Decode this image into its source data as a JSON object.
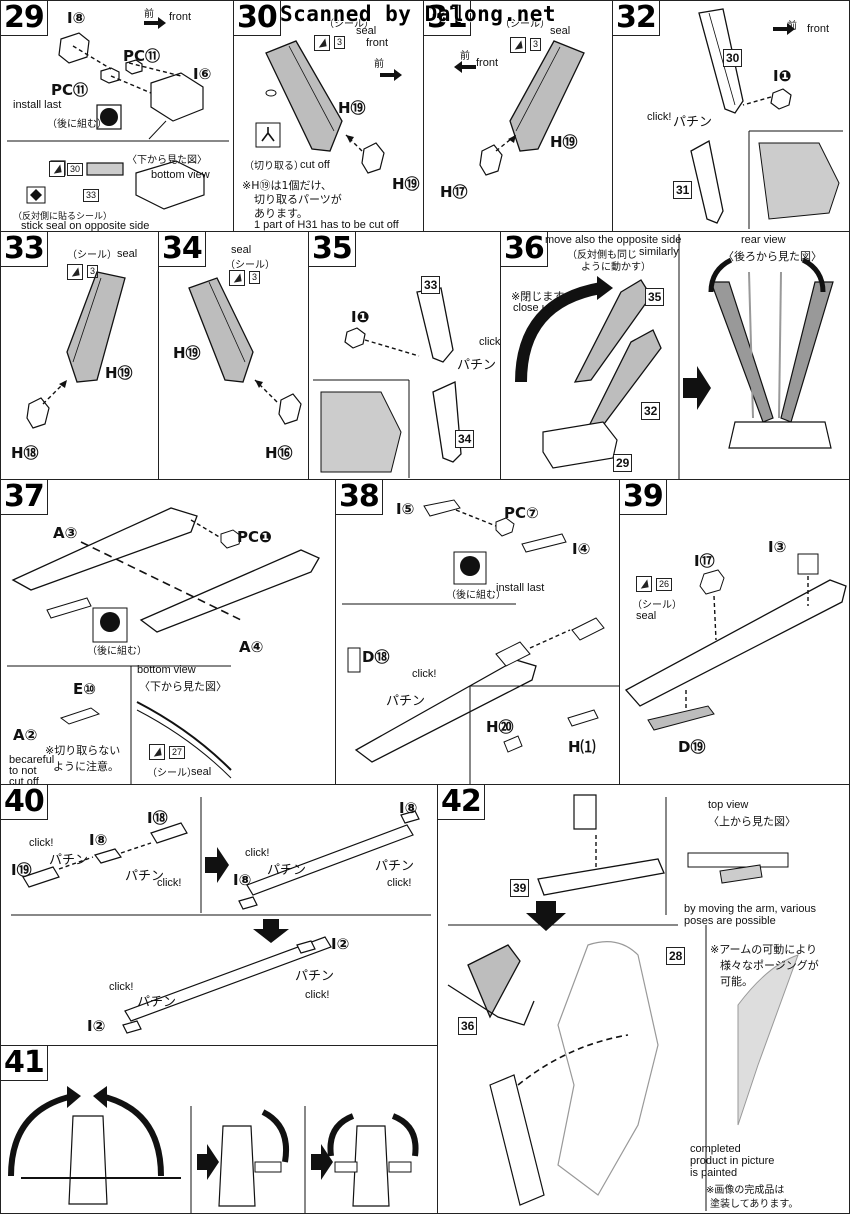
{
  "watermark": "Scanned by Dalong.net",
  "steps": {
    "s29": {
      "num": "29",
      "part_a": "I⑧",
      "mae": "前",
      "front": "front",
      "pc_a": "PC⑪",
      "part_b": "I⑥",
      "pc_b": "PC⑪",
      "install_last": "install last",
      "nochi": "（後に組む）",
      "seal_a": "30",
      "bottom_jp": "〈下から見た図〉",
      "bottom_view": "bottom view",
      "seal_b": "33",
      "opposite_jp": "（反対側に貼るシール）",
      "opposite": "stick seal on opposite side"
    },
    "s30": {
      "num": "30",
      "seal_jp": "（シール）",
      "seal": "seal",
      "seal_n": "3",
      "front": "front",
      "mae": "前",
      "part_h31": "H⑲",
      "kiritoru": "（切り取る）",
      "cut_off": "cut off",
      "part_h19": "H⑲",
      "note_jp_1": "※H⑲は1個だけ、",
      "note_jp_2": "切り取るパーツが",
      "note_jp_3": "あります。",
      "note_en": "1 part of H31 has to be cut off"
    },
    "s31": {
      "num": "31",
      "seal_jp": "（シール）",
      "seal": "seal",
      "seal_n": "3",
      "mae": "前",
      "front": "front",
      "part_h31": "H⑲",
      "part_h17": "H⑰"
    },
    "s32": {
      "num": "32",
      "mae": "前",
      "front": "front",
      "box_a": "30",
      "part_i1": "I❶",
      "click": "click!",
      "pachi": "パチン",
      "box_b": "31"
    },
    "s33": {
      "num": "33",
      "seal_jp": "（シール）",
      "seal": "seal",
      "seal_n": "3",
      "part_h31": "H⑲",
      "part_h18": "H⑱"
    },
    "s34": {
      "num": "34",
      "seal": "seal",
      "seal_jp": "（シール）",
      "seal_n": "3",
      "part_h31": "H⑲",
      "part_h16": "H⑯"
    },
    "s35": {
      "num": "35",
      "box_a": "33",
      "part_i1": "I❶",
      "click": "click!",
      "pachi": "パチン",
      "box_b": "34"
    },
    "s36": {
      "num": "36",
      "move_opp": "move also the opposite side",
      "opp_jp_1": "（反対側も同じ",
      "opp_jp_2": "ように動かす）",
      "similarly": "similarly",
      "close_jp": "※閉じます。",
      "close_up": "close up",
      "box_35": "35",
      "box_32": "32",
      "box_29": "29",
      "rear_view": "rear view",
      "rear_jp": "〈後ろから見た図〉"
    },
    "s37": {
      "num": "37",
      "part_a34": "A③",
      "pc1": "PC❶",
      "nochi": "（後に組む）",
      "part_a35": "A④",
      "bottom_view": "bottom view",
      "bottom_jp": "〈下から見た図〉",
      "part_a33": "A②",
      "part_e10": "E⑩",
      "careful_1": "becareful",
      "careful_2": "to not",
      "careful_3": "cut off",
      "careful_jp_1": "※切り取らない",
      "careful_jp_2": "ように注意。",
      "seal_n": "27",
      "seal_jp": "（シール）",
      "seal": "seal"
    },
    "s38": {
      "num": "38",
      "part_i5": "I⑤",
      "pc7": "PC⑦",
      "part_i4": "I④",
      "nochi": "（後に組む）",
      "install_last": "install last",
      "part_d29": "D⑱",
      "click": "click!",
      "pachi": "パチン",
      "part_h21": "H⑳",
      "part_h22": "H⑴"
    },
    "s39": {
      "num": "39",
      "part_i17": "I⑰",
      "part_i3": "I③",
      "seal_n": "26",
      "seal_jp": "（シール）",
      "seal": "seal",
      "part_d30": "D⑲"
    },
    "s40": {
      "num": "40",
      "part_i18": "I⑱",
      "part_i8": "I⑧",
      "click": "click!",
      "pachi": "パチン",
      "part_i19": "I⑲",
      "part_i2": "I②"
    },
    "s41": {
      "num": "41"
    },
    "s42": {
      "num": "42",
      "top_view": "top view",
      "top_jp": "〈上から見た図〉",
      "box_39": "39",
      "moving": "by moving the arm, various",
      "poses": "poses are possible",
      "box_28": "28",
      "box_36": "36",
      "arm_jp_1": "※アームの可動により",
      "arm_jp_2": "様々なポージングが",
      "arm_jp_3": "可能。",
      "completed_1": "completed",
      "completed_2": "product in picture",
      "completed_3": "is painted",
      "painted_jp_1": "※画像の完成品は",
      "painted_jp_2": "塗装してあります。"
    }
  },
  "colors": {
    "ink": "#111111",
    "shade": "#bdbdbd",
    "paper": "#ffffff"
  }
}
